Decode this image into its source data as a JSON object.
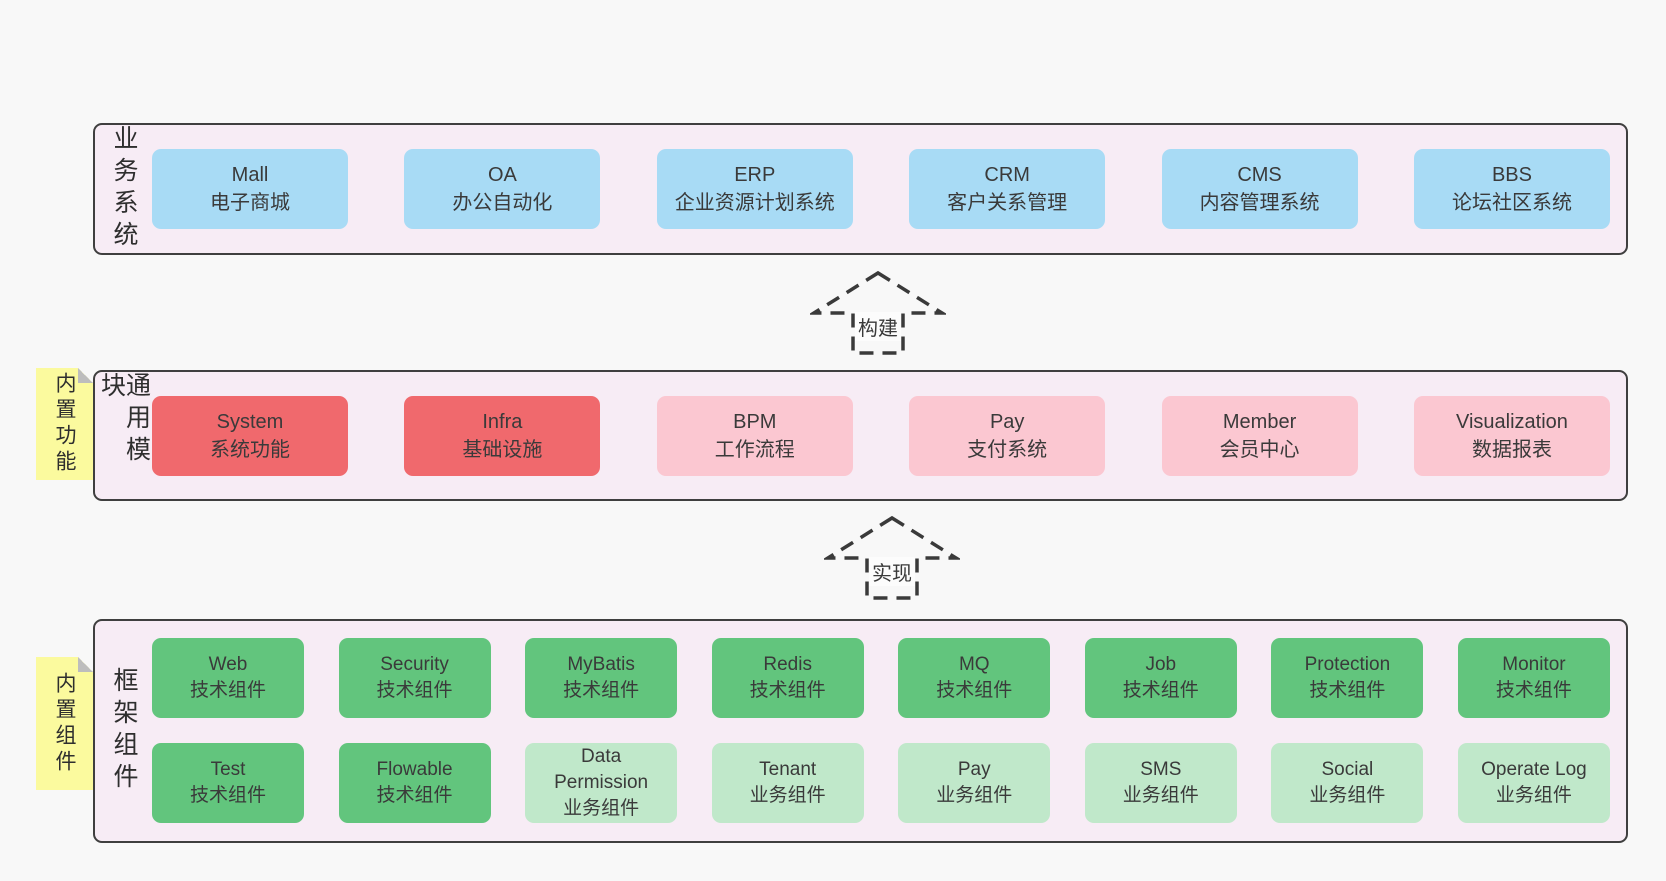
{
  "colors": {
    "page_bg": "#f8f8f8",
    "band_bg": "#f7ecf5",
    "band_border": "#3f3f3f",
    "blue_box": "#a8dbf5",
    "red_box": "#f0696d",
    "pink_box": "#fbc7d1",
    "green_box": "#62c57d",
    "light_green_box": "#c0e8ca",
    "sticky_note": "#fbfa9e"
  },
  "bands": [
    {
      "label": "业务系统",
      "boxes": [
        {
          "name": "Mall",
          "desc": "电子商城",
          "type": "blue"
        },
        {
          "name": "OA",
          "desc": "办公自动化",
          "type": "blue"
        },
        {
          "name": "ERP",
          "desc": "企业资源计划系统",
          "type": "blue"
        },
        {
          "name": "CRM",
          "desc": "客户关系管理",
          "type": "blue"
        },
        {
          "name": "CMS",
          "desc": "内容管理系统",
          "type": "blue"
        },
        {
          "name": "BBS",
          "desc": "论坛社区系统",
          "type": "blue"
        }
      ]
    },
    {
      "label": "通用模块",
      "sticky": "内置功能",
      "boxes": [
        {
          "name": "System",
          "desc": "系统功能",
          "type": "red"
        },
        {
          "name": "Infra",
          "desc": "基础设施",
          "type": "red"
        },
        {
          "name": "BPM",
          "desc": "工作流程",
          "type": "pink"
        },
        {
          "name": "Pay",
          "desc": "支付系统",
          "type": "pink"
        },
        {
          "name": "Member",
          "desc": "会员中心",
          "type": "pink"
        },
        {
          "name": "Visualization",
          "desc": "数据报表",
          "type": "pink"
        }
      ]
    },
    {
      "label": "框架组件",
      "sticky": "内置组件",
      "rows": [
        [
          {
            "name": "Web",
            "desc": "技术组件",
            "type": "green"
          },
          {
            "name": "Security",
            "desc": "技术组件",
            "type": "green"
          },
          {
            "name": "MyBatis",
            "desc": "技术组件",
            "type": "green"
          },
          {
            "name": "Redis",
            "desc": "技术组件",
            "type": "green"
          },
          {
            "name": "MQ",
            "desc": "技术组件",
            "type": "green"
          },
          {
            "name": "Job",
            "desc": "技术组件",
            "type": "green"
          },
          {
            "name": "Protection",
            "desc": "技术组件",
            "type": "green"
          },
          {
            "name": "Monitor",
            "desc": "技术组件",
            "type": "green"
          }
        ],
        [
          {
            "name": "Test",
            "desc": "技术组件",
            "type": "green"
          },
          {
            "name": "Flowable",
            "desc": "技术组件",
            "type": "green"
          },
          {
            "name": "Data Permission",
            "desc": "业务组件",
            "type": "green-light"
          },
          {
            "name": "Tenant",
            "desc": "业务组件",
            "type": "green-light"
          },
          {
            "name": "Pay",
            "desc": "业务组件",
            "type": "green-light"
          },
          {
            "name": "SMS",
            "desc": "业务组件",
            "type": "green-light"
          },
          {
            "name": "Social",
            "desc": "业务组件",
            "type": "green-light"
          },
          {
            "name": "Operate Log",
            "desc": "业务组件",
            "type": "green-light"
          }
        ]
      ]
    }
  ],
  "arrows": [
    {
      "label": "构建"
    },
    {
      "label": "实现"
    }
  ]
}
